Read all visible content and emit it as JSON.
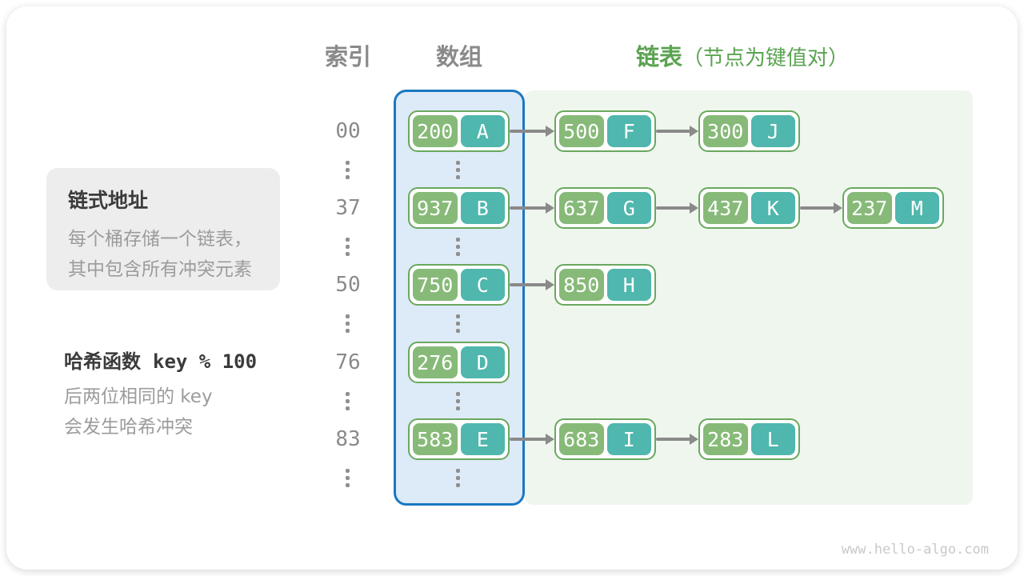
{
  "page": {
    "watermark": "www.hello-algo.com"
  },
  "headers": {
    "index": "索引",
    "array": "数组",
    "list": "链表",
    "list_note": "（节点为键值对）"
  },
  "annotations": {
    "chaining": {
      "title": "链式地址",
      "lines": [
        "每个桶存储一个链表，",
        "其中包含所有冲突元素"
      ]
    },
    "hash": {
      "title": "哈希函数",
      "formula": "key % 100",
      "lines": [
        "后两位相同的 key",
        "会发生哈希冲突"
      ]
    }
  },
  "rows": [
    {
      "index": "00",
      "nodes": [
        {
          "key": "200",
          "value": "A"
        },
        {
          "key": "500",
          "value": "F"
        },
        {
          "key": "300",
          "value": "J"
        }
      ]
    },
    {
      "index": "37",
      "nodes": [
        {
          "key": "937",
          "value": "B"
        },
        {
          "key": "637",
          "value": "G"
        },
        {
          "key": "437",
          "value": "K"
        },
        {
          "key": "237",
          "value": "M"
        }
      ]
    },
    {
      "index": "50",
      "nodes": [
        {
          "key": "750",
          "value": "C"
        },
        {
          "key": "850",
          "value": "H"
        }
      ]
    },
    {
      "index": "76",
      "nodes": [
        {
          "key": "276",
          "value": "D"
        }
      ]
    },
    {
      "index": "83",
      "nodes": [
        {
          "key": "583",
          "value": "E"
        },
        {
          "key": "683",
          "value": "I"
        },
        {
          "key": "283",
          "value": "L"
        }
      ]
    }
  ],
  "colors": {
    "key_bg": "#87ba78",
    "value_bg": "#4fb7ad",
    "node_border": "#6aa85e",
    "node_fill": "#ffffff",
    "array_fill": "#ddeaf7",
    "array_border": "#1a78c2",
    "list_fill": "#eff6ee",
    "header_gray": "#8a8a8a",
    "header_green": "#5ba351",
    "text_dark": "#3b3b3b",
    "text_gray": "#9c9c9c",
    "arrow": "#8a8a8a",
    "dots": "#8f8f8f",
    "note_box_fill": "#ededed",
    "watermark": "#c9c9c9"
  }
}
